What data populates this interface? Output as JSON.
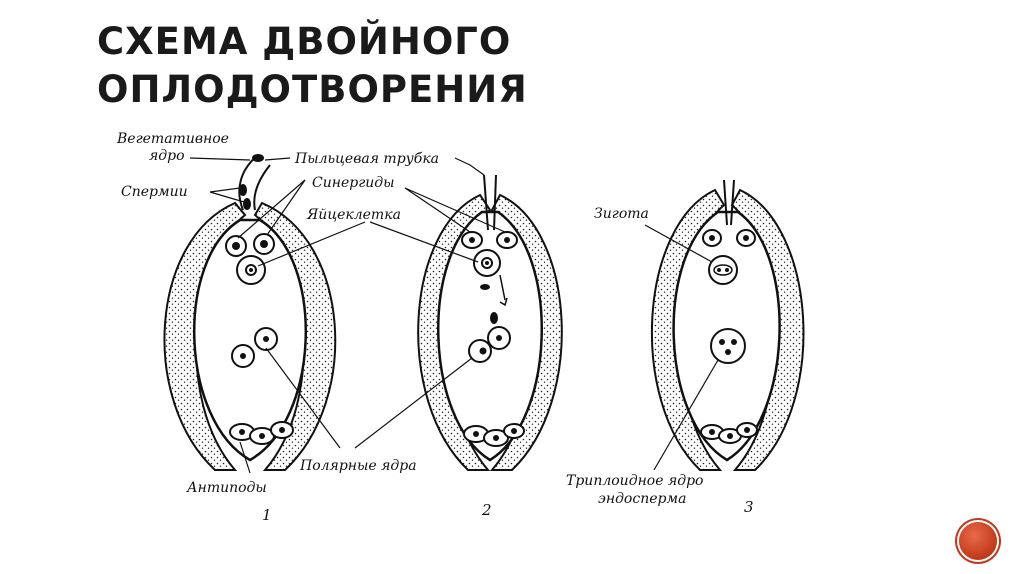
{
  "slide": {
    "title_line1": "СХЕМА ДВОЙНОГО",
    "title_line2": "ОПЛОДОТВОРЕНИЯ"
  },
  "labels": {
    "vegetative_line1": "Вегетативное",
    "vegetative_line2": "ядро",
    "pollen_tube": "Пыльцевая трубка",
    "sperm": "Спермии",
    "synergids": "Синергиды",
    "egg_cell": "Яйцеклетка",
    "zygote": "Зигота",
    "polar_nuclei": "Полярные ядра",
    "antipodes": "Антиподы",
    "triploid_line1": "Триплоидное ядро",
    "triploid_line2": "эндосперма"
  },
  "stage_numbers": [
    "1",
    "2",
    "3"
  ],
  "colors": {
    "nav_button": "#c0391b"
  }
}
